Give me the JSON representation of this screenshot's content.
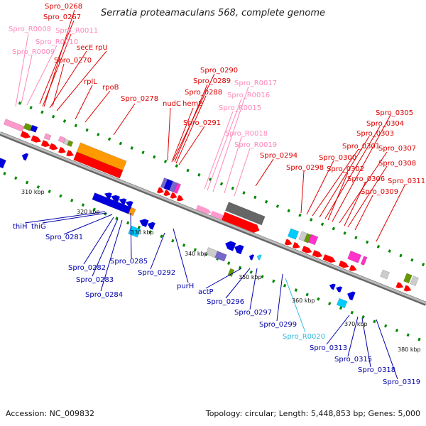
{
  "title": "Serratia proteamaculans 568, complete genome",
  "footer": {
    "accession": "Accession: NC_009832",
    "summary": "Topology: circular; Length: 5,448,853 bp; Genes: 5,000"
  },
  "colors": {
    "forward_cds": "#ff0000",
    "reverse_cds": "#0000dd",
    "forward_rna": "#ff99cc",
    "reverse_rna": "#33ccee",
    "backbone": "#999999",
    "tick": "#008800",
    "cog_orange": "#ff9900",
    "cog_gray": "#666666",
    "cog_lightgray": "#cccccc",
    "cog_magenta": "#ff33cc",
    "cog_cyan": "#00ccff",
    "cog_purple": "#7766cc",
    "cog_olive": "#669900",
    "cog_pink": "#ff99cc"
  },
  "kbp_ticks": [
    "310 kbp",
    "320 kbp",
    "330 kbp",
    "340 kbp",
    "350 kbp",
    "360 kbp",
    "370 kbp",
    "380 kbp"
  ],
  "labels_top": [
    {
      "text": "Spro_0268",
      "cls": "fwd"
    },
    {
      "text": "Spro_0267",
      "cls": "fwd"
    },
    {
      "text": "Spro_R0008",
      "cls": "rna"
    },
    {
      "text": "Spro_R0011",
      "cls": "rna"
    },
    {
      "text": "Spro_R0010",
      "cls": "rna"
    },
    {
      "text": "Spro_R0009",
      "cls": "rna"
    },
    {
      "text": "secE",
      "cls": "fwd"
    },
    {
      "text": "rpU",
      "cls": "fwd"
    },
    {
      "text": "Spro_0270",
      "cls": "fwd"
    },
    {
      "text": "rplL",
      "cls": "fwd"
    },
    {
      "text": "rpoB",
      "cls": "fwd"
    },
    {
      "text": "Spro_0278",
      "cls": "fwd"
    },
    {
      "text": "Spro_0290",
      "cls": "fwd"
    },
    {
      "text": "Spro_0289",
      "cls": "fwd"
    },
    {
      "text": "Spro_R0017",
      "cls": "rna"
    },
    {
      "text": "Spro_0288",
      "cls": "fwd"
    },
    {
      "text": "Spro_R0016",
      "cls": "rna"
    },
    {
      "text": "nudC",
      "cls": "fwd"
    },
    {
      "text": "hemE",
      "cls": "fwd"
    },
    {
      "text": "Spro_R0015",
      "cls": "rna"
    },
    {
      "text": "Spro_0291",
      "cls": "fwd"
    },
    {
      "text": "Spro_R0018",
      "cls": "rna"
    },
    {
      "text": "Spro_R0019",
      "cls": "rna"
    },
    {
      "text": "Spro_0294",
      "cls": "fwd"
    },
    {
      "text": "Spro_0305",
      "cls": "fwd"
    },
    {
      "text": "Spro_0304",
      "cls": "fwd"
    },
    {
      "text": "Spro_0303",
      "cls": "fwd"
    },
    {
      "text": "Spro_0301",
      "cls": "fwd"
    },
    {
      "text": "Spro_0307",
      "cls": "fwd"
    },
    {
      "text": "Spro_0300",
      "cls": "fwd"
    },
    {
      "text": "Spro_0308",
      "cls": "fwd"
    },
    {
      "text": "Spro_0298",
      "cls": "fwd"
    },
    {
      "text": "Spro_0302",
      "cls": "fwd"
    },
    {
      "text": "Spro_0306",
      "cls": "fwd"
    },
    {
      "text": "Spro_0311",
      "cls": "fwd"
    },
    {
      "text": "Spro_0309",
      "cls": "fwd"
    }
  ],
  "labels_bottom": [
    {
      "text": "thiH",
      "cls": "rev"
    },
    {
      "text": "thiG",
      "cls": "rev"
    },
    {
      "text": "Spro_0281",
      "cls": "rev"
    },
    {
      "text": "Spro_0282",
      "cls": "rev"
    },
    {
      "text": "Spro_0283",
      "cls": "rev"
    },
    {
      "text": "Spro_0284",
      "cls": "rev"
    },
    {
      "text": "Spro_0285",
      "cls": "rev"
    },
    {
      "text": "Spro_0292",
      "cls": "rev"
    },
    {
      "text": "purH",
      "cls": "rev"
    },
    {
      "text": "actP",
      "cls": "rev"
    },
    {
      "text": "Spro_0296",
      "cls": "rev"
    },
    {
      "text": "Spro_0297",
      "cls": "rev"
    },
    {
      "text": "Spro_0299",
      "cls": "rev"
    },
    {
      "text": "Spro_R0020",
      "cls": "revrna"
    },
    {
      "text": "Spro_0313",
      "cls": "rev"
    },
    {
      "text": "Spro_0315",
      "cls": "rev"
    },
    {
      "text": "Spro_0318",
      "cls": "rev"
    },
    {
      "text": "Spro_0319",
      "cls": "rev"
    }
  ]
}
